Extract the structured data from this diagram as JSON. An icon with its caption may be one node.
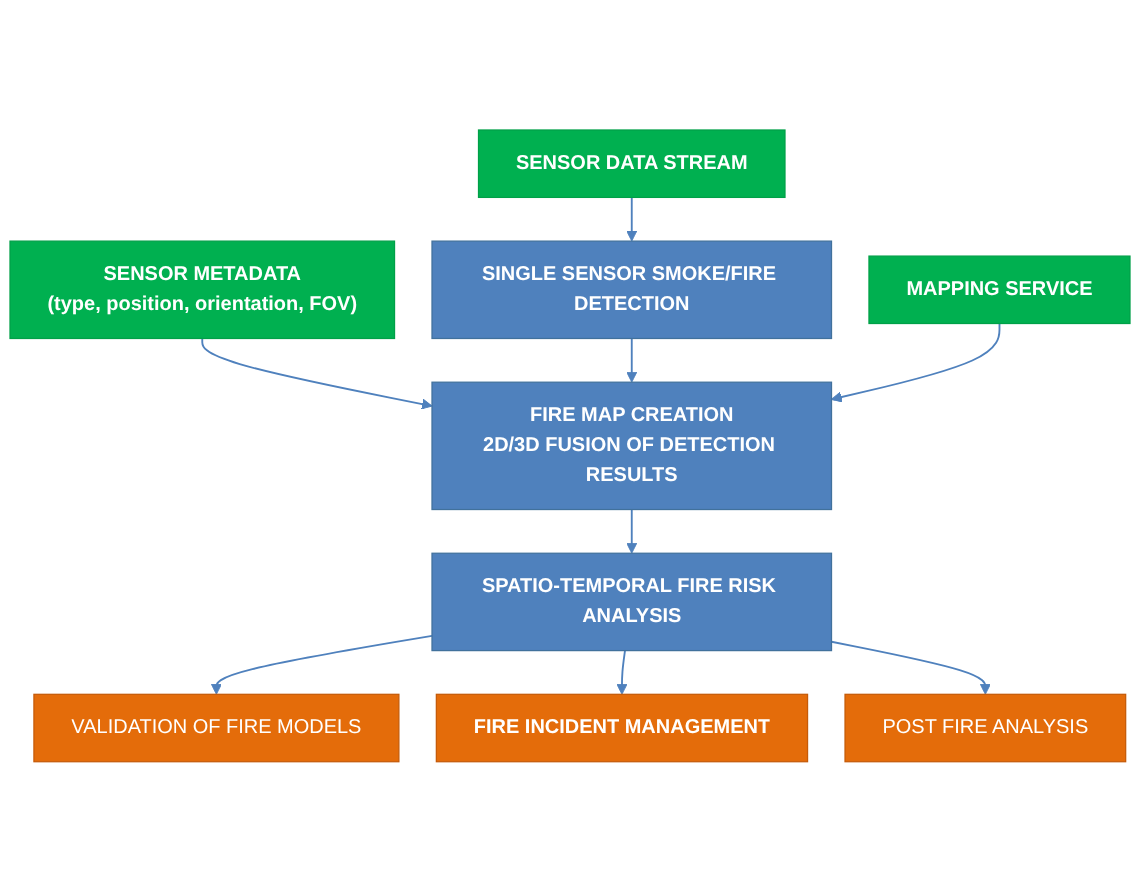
{
  "diagram": {
    "nodes": [
      {
        "text": [
          "SENSOR DATA STREAM"
        ]
      },
      {
        "text": [
          "SENSOR METADATA",
          "(type, position, orientation, FOV)"
        ]
      },
      {
        "text": [
          "SINGLE SENSOR SMOKE/FIRE DETECTION"
        ]
      },
      {
        "text": [
          "MAPPING SERVICE"
        ]
      },
      {
        "text": [
          "FIRE MAP CREATION",
          "2D/3D FUSION OF DETECTION RESULTS"
        ]
      },
      {
        "text": [
          "SPATIO-TEMPORAL FIRE RISK ANALYSIS"
        ]
      },
      {
        "text": [
          "VALIDATION OF FIRE MODELS"
        ]
      },
      {
        "text": [
          "FIRE INCIDENT MANAGEMENT"
        ]
      },
      {
        "text": [
          "POST FIRE ANALYSIS"
        ]
      }
    ],
    "edges": [
      {
        "from": 0,
        "to": 2,
        "arrow": "to"
      },
      {
        "from": 1,
        "to": 4,
        "arrow": "to"
      },
      {
        "from": 2,
        "to": 4,
        "arrow": "to"
      },
      {
        "from": 3,
        "to": 4,
        "arrow": "to"
      },
      {
        "from": 4,
        "to": 5,
        "arrow": "to"
      },
      {
        "from": 5,
        "to": 6,
        "arrow": "to"
      },
      {
        "from": 5,
        "to": 7,
        "arrow": "to"
      },
      {
        "from": 5,
        "to": 8,
        "arrow": "to"
      }
    ]
  }
}
